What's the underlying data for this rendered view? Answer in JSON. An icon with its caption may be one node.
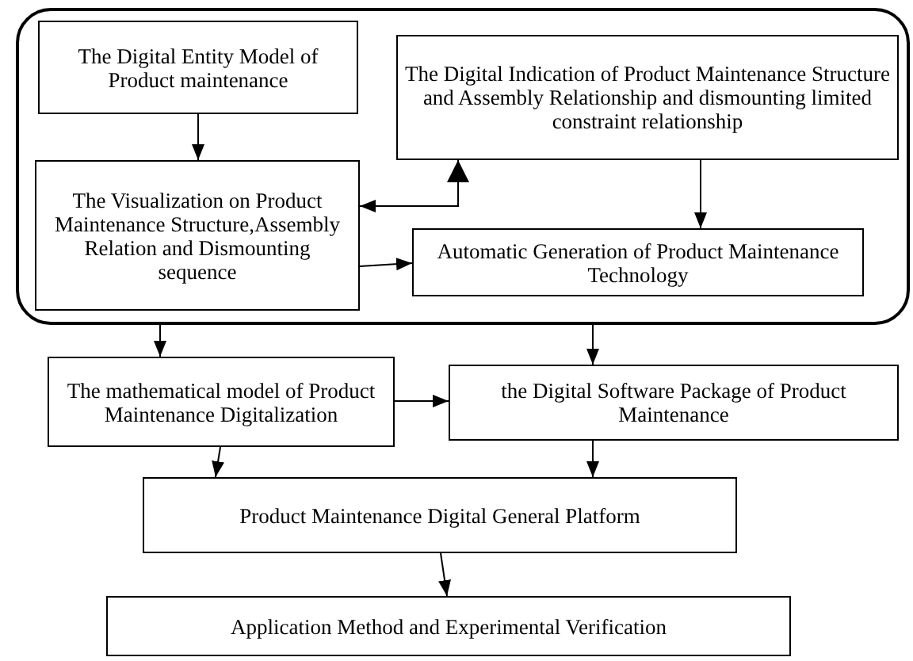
{
  "diagram": {
    "nodes": [
      {
        "text": [],
        "shape": "box"
      },
      {
        "text": [
          "The  Digital Entity Model of Product maintenance"
        ],
        "in": 0
      },
      {
        "text": [
          "The Digital Indication of Product Maintenance Structure and Assembly Relationship and dismounting limited constraint relationship"
        ],
        "in": 0
      },
      {
        "text": [
          "The Visualization on Product Maintenance Structure,Assembly Relation and Dismounting sequence"
        ],
        "in": 0
      },
      {
        "text": [
          "Automatic Generation of Product Maintenance Technology"
        ],
        "in": 0
      },
      {
        "text": [
          "The mathematical model of Product Maintenance Digitalization"
        ]
      },
      {
        "text": [
          "the Digital Software Package of Product Maintenance"
        ]
      },
      {
        "text": [
          "Product Maintenance Digital General Platform"
        ]
      },
      {
        "text": [
          "Application Method and Experimental Verification"
        ]
      }
    ],
    "edges": [
      {
        "from": 1,
        "to": 3,
        "arrow": "to"
      },
      {
        "from": 3,
        "to": 2,
        "arrow": "both"
      },
      {
        "from": 3,
        "to": 4,
        "arrow": "to"
      },
      {
        "from": 2,
        "to": 4,
        "arrow": "to"
      },
      {
        "from": 0,
        "to": 5,
        "arrow": "to"
      },
      {
        "from": 0,
        "to": 6,
        "arrow": "to"
      },
      {
        "from": 5,
        "to": 6,
        "arrow": "to"
      },
      {
        "from": 5,
        "to": 7,
        "arrow": "to"
      },
      {
        "from": 6,
        "to": 7,
        "arrow": "to"
      },
      {
        "from": 7,
        "to": 8,
        "arrow": "to"
      }
    ]
  }
}
